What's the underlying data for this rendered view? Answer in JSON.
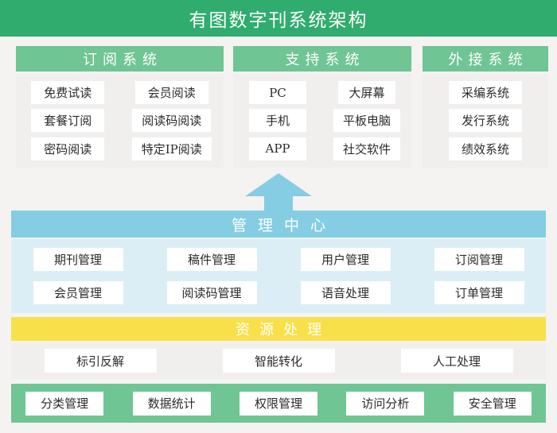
{
  "title": "有图数字刊系统架构",
  "colors": {
    "title_bar_green": "#2fac6e",
    "section_green": "#6fc593",
    "teal": "#85cde2",
    "teal_light": "#dceef5",
    "yellow": "#f8e04b",
    "body_gray": "#f0efed",
    "page_bg": "#f4f3f1",
    "box_text": "#2b2b2b"
  },
  "systems": [
    {
      "title": "订阅系统",
      "items": [
        "免费试读",
        "会员阅读",
        "套餐订阅",
        "阅读码阅读",
        "密码阅读",
        "特定IP阅读"
      ]
    },
    {
      "title": "支持系统",
      "items": [
        "PC",
        "大屏幕",
        "手机",
        "平板电脑",
        "APP",
        "社交软件"
      ]
    },
    {
      "title": "外接系统",
      "items": [
        "采编系统",
        "发行系统",
        "绩效系统"
      ]
    }
  ],
  "management": {
    "title": "管理中心",
    "items": [
      "期刊管理",
      "稿件管理",
      "用户管理",
      "订阅管理",
      "会员管理",
      "阅读码管理",
      "语音处理",
      "订单管理"
    ]
  },
  "resource": {
    "title": "资源处理",
    "items": [
      "标引反解",
      "智能转化",
      "人工处理"
    ]
  },
  "bottom": {
    "items": [
      "分类管理",
      "数据统计",
      "权限管理",
      "访问分析",
      "安全管理"
    ]
  }
}
